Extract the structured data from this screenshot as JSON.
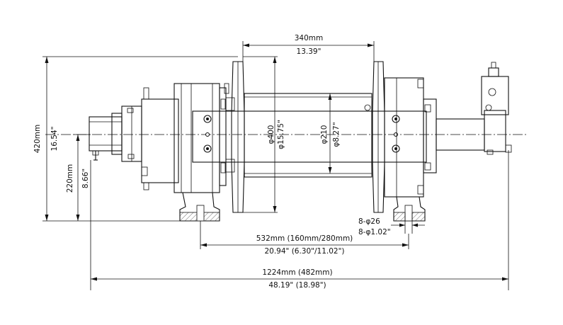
{
  "dimensions": {
    "drum_width": {
      "metric": "340mm",
      "imperial": "13.39\""
    },
    "overall_height": {
      "metric": "420mm",
      "imperial": "16.54\""
    },
    "center_height": {
      "metric": "220mm",
      "imperial": "8.66\""
    },
    "flange_diameter": {
      "metric": "φ400",
      "imperial": "φ15.75\""
    },
    "drum_diameter": {
      "metric": "φ210",
      "imperial": "φ8.27\""
    },
    "mount_holes": {
      "metric": "8-φ26",
      "imperial": "8-φ1.02\""
    },
    "mount_spacing": {
      "metric": "532mm (160mm/280mm)",
      "imperial": "20.94\" (6.30\"/11.02\")"
    },
    "overall_length": {
      "metric": "1224mm (482mm)",
      "imperial": "48.19\" (18.98\")"
    }
  }
}
